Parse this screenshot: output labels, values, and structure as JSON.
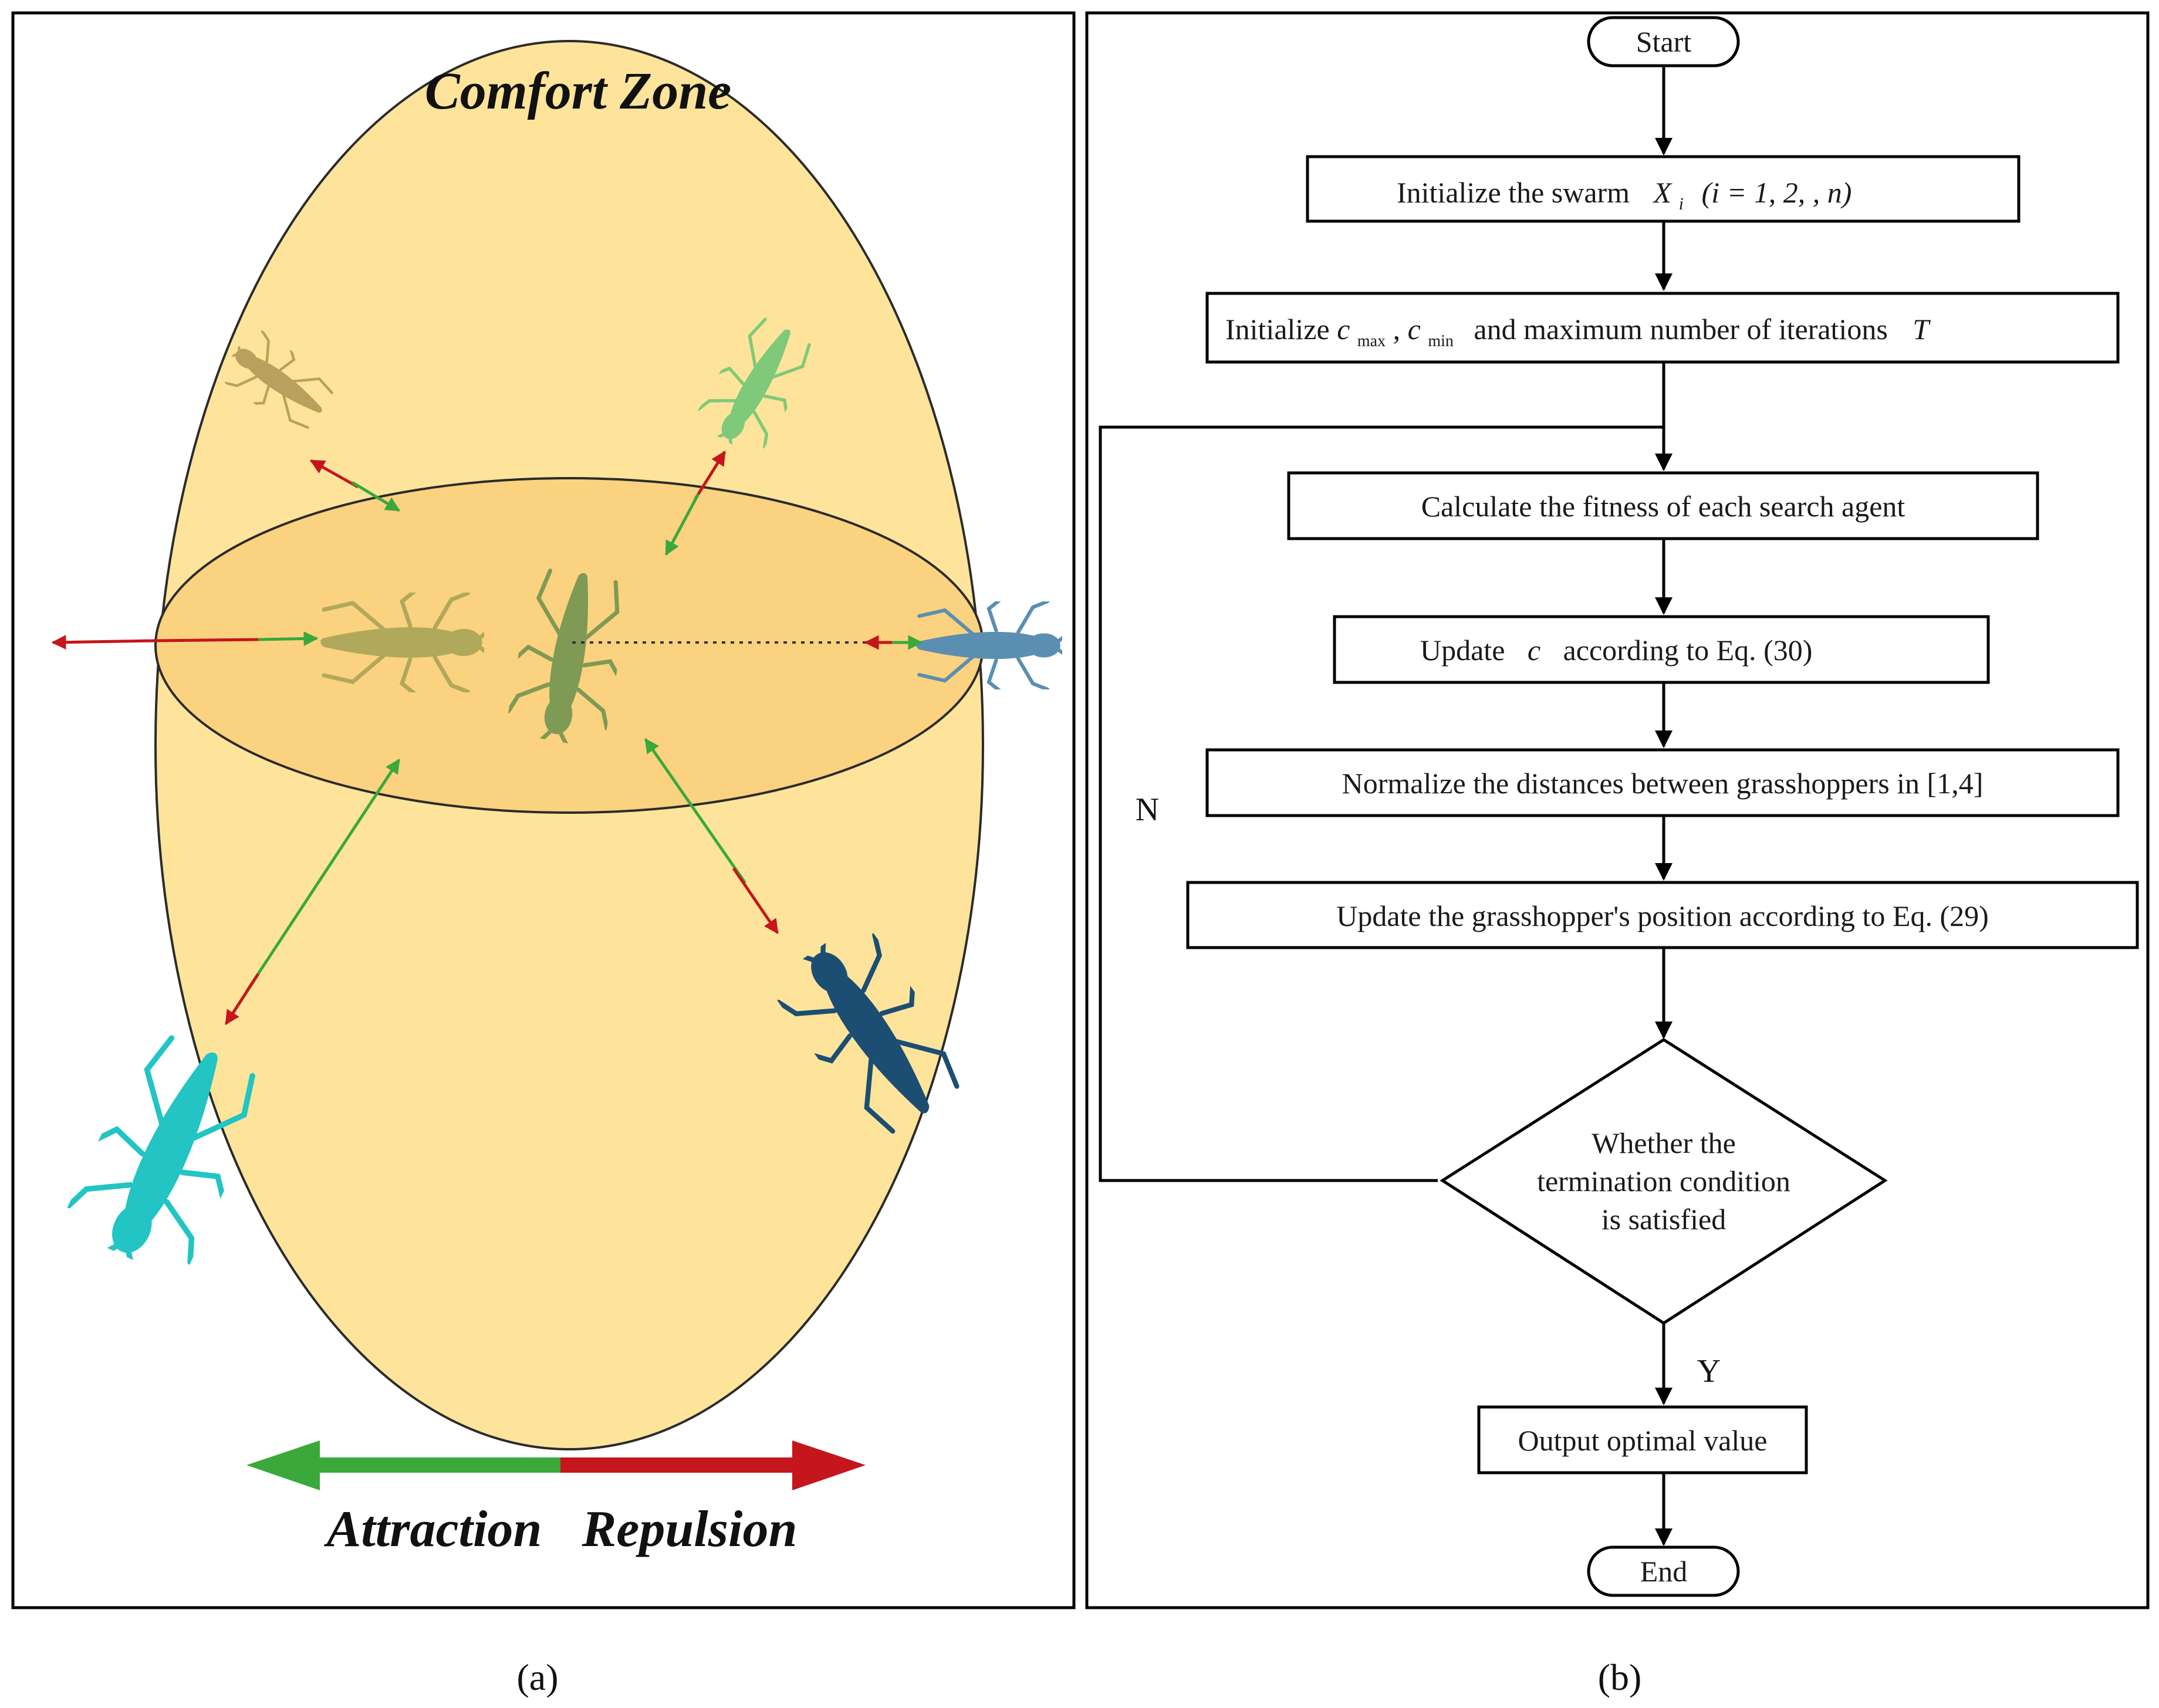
{
  "panel_a": {
    "comfort_zone": "Comfort Zone",
    "legend": {
      "attraction": "Attraction",
      "repulsion": "Repulsion"
    },
    "colors": {
      "zone": "#fde49a",
      "zone_disc": "#fbd27f",
      "attraction": "#3aa83a",
      "repulsion": "#c4161c"
    },
    "caption": "(a)"
  },
  "panel_b": {
    "start": "Start",
    "init_swarm": {
      "prefix": "Initialize the swarm",
      "var": "X",
      "sub": "i",
      "formula": "(i = 1, 2,    , n)"
    },
    "init_params": {
      "prefix": "Initialize",
      "c": "c",
      "max": "max",
      "min": "min",
      "suffix": "and maximum number of iterations",
      "t": "T"
    },
    "calc_fitness": "Calculate the fitness of each search agent",
    "update_c": {
      "prefix": "Update",
      "var": "c",
      "suffix": "according to Eq. (30)"
    },
    "normalize": "Normalize the distances between grasshoppers in [1,4]",
    "update_pos": "Update the grasshopper's position according to Eq. (29)",
    "decision": [
      "Whether the",
      "termination condition",
      "is satisfied"
    ],
    "no_label": "N",
    "yes_label": "Y",
    "output": "Output optimal value",
    "end": "End",
    "caption": "(b)"
  }
}
